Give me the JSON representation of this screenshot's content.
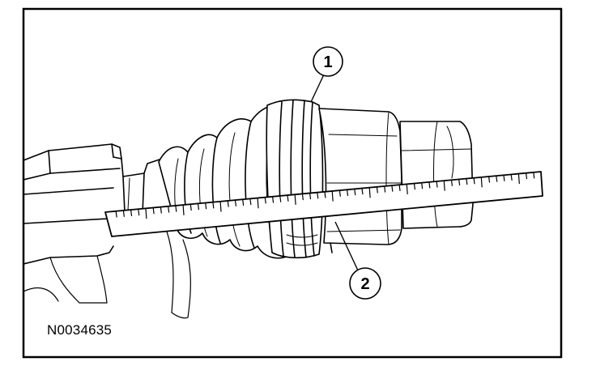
{
  "figure": {
    "callouts": [
      {
        "number": "1"
      },
      {
        "number": "2"
      }
    ],
    "figure_code": "N0034635",
    "colors": {
      "ink": "#000000",
      "paper": "#ffffff"
    }
  }
}
